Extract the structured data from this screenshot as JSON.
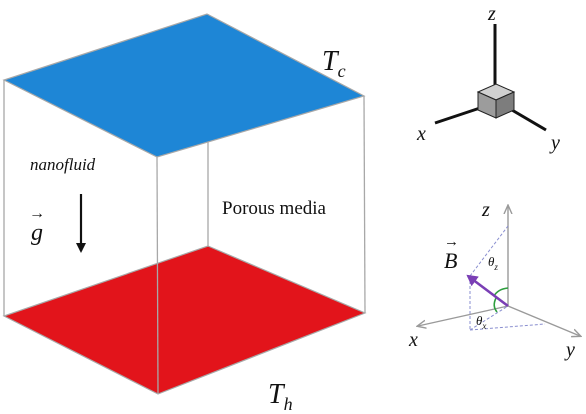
{
  "labels": {
    "top_temperature": {
      "main": "T",
      "sub": "c"
    },
    "bottom_temperature": {
      "main": "T",
      "sub": "h"
    },
    "fluid": "nanofluid",
    "gravity": "g",
    "medium": "Porous media"
  },
  "axes_triad": {
    "x": "x",
    "y": "y",
    "z": "z"
  },
  "field_diagram": {
    "x": "x",
    "y": "y",
    "z": "z",
    "vector": "B",
    "angle_z": {
      "main": "θ",
      "sub": "z"
    },
    "angle_x": {
      "main": "θ",
      "sub": "x"
    }
  },
  "colors": {
    "cold_face": "#1e86d6",
    "hot_face": "#e2141b",
    "edge": "#a8a8a8",
    "field_vector": "#7a3fb5",
    "angle_arc": "#2e9e3e",
    "cube_face": "#a6a6a6"
  }
}
